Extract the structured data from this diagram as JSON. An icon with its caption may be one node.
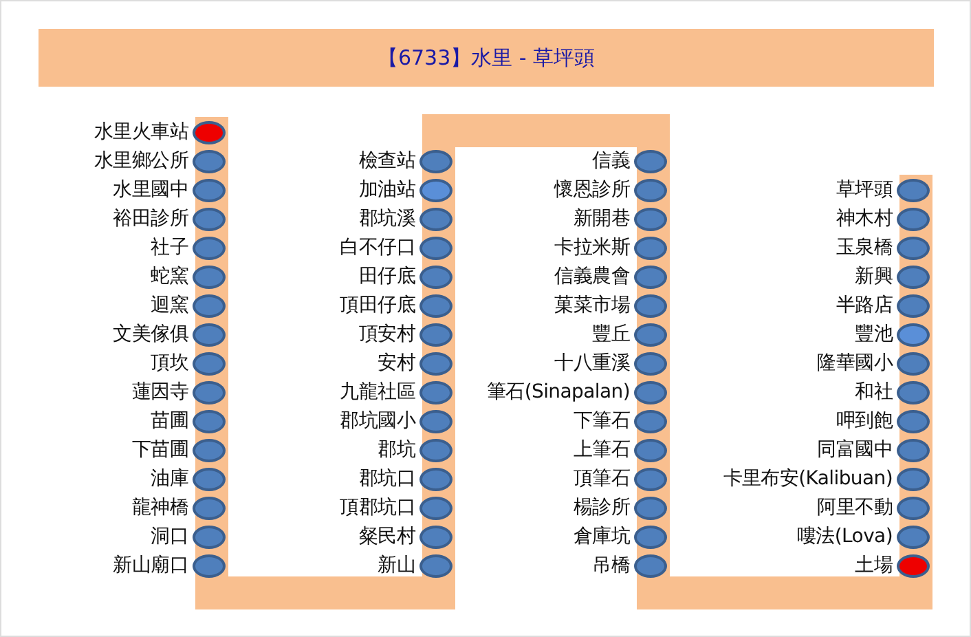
{
  "diagram": {
    "title": "【6733】水里 - 草坪頭",
    "nodes": [
      {
        "text": [
          "水里火車站"
        ]
      },
      {
        "text": [
          "水里鄉公所"
        ]
      },
      {
        "text": [
          "水里國中"
        ]
      },
      {
        "text": [
          "裕田診所"
        ]
      },
      {
        "text": [
          "社子"
        ]
      },
      {
        "text": [
          "蛇窯"
        ]
      },
      {
        "text": [
          "迴窯"
        ]
      },
      {
        "text": [
          "文美傢俱"
        ]
      },
      {
        "text": [
          "頂坎"
        ]
      },
      {
        "text": [
          "蓮因寺"
        ]
      },
      {
        "text": [
          "苗圃"
        ]
      },
      {
        "text": [
          "下苗圃"
        ]
      },
      {
        "text": [
          "油庫"
        ]
      },
      {
        "text": [
          "龍神橋"
        ]
      },
      {
        "text": [
          "洞口"
        ]
      },
      {
        "text": [
          "新山廟口"
        ]
      },
      {
        "text": [
          "檢查站"
        ]
      },
      {
        "text": [
          "加油站"
        ]
      },
      {
        "text": [
          "郡坑溪"
        ]
      },
      {
        "text": [
          "白不仔口"
        ]
      },
      {
        "text": [
          "田仔底"
        ]
      },
      {
        "text": [
          "頂田仔底"
        ]
      },
      {
        "text": [
          "頂安村"
        ]
      },
      {
        "text": [
          "安村"
        ]
      },
      {
        "text": [
          "九龍社區"
        ]
      },
      {
        "text": [
          "郡坑國小"
        ]
      },
      {
        "text": [
          "郡坑"
        ]
      },
      {
        "text": [
          "郡坑口"
        ]
      },
      {
        "text": [
          "頂郡坑口"
        ]
      },
      {
        "text": [
          "粲民村"
        ]
      },
      {
        "text": [
          "新山"
        ]
      },
      {
        "text": [
          "信義"
        ]
      },
      {
        "text": [
          "懷恩診所"
        ]
      },
      {
        "text": [
          "新開巷"
        ]
      },
      {
        "text": [
          "卡拉米斯"
        ]
      },
      {
        "text": [
          "信義農會"
        ]
      },
      {
        "text": [
          "菓菜市場"
        ]
      },
      {
        "text": [
          "豐丘"
        ]
      },
      {
        "text": [
          "十八重溪"
        ]
      },
      {
        "text": [
          "筆石(Sinapalan)"
        ]
      },
      {
        "text": [
          "下筆石"
        ]
      },
      {
        "text": [
          "上筆石"
        ]
      },
      {
        "text": [
          "頂筆石"
        ]
      },
      {
        "text": [
          "楊診所"
        ]
      },
      {
        "text": [
          "倉庫坑"
        ]
      },
      {
        "text": [
          "吊橋"
        ]
      },
      {
        "text": [
          "草坪頭"
        ]
      },
      {
        "text": [
          "神木村"
        ]
      },
      {
        "text": [
          "玉泉橋"
        ]
      },
      {
        "text": [
          "新興"
        ]
      },
      {
        "text": [
          "半路店"
        ]
      },
      {
        "text": [
          "豐池"
        ]
      },
      {
        "text": [
          "隆華國小"
        ]
      },
      {
        "text": [
          "和社"
        ]
      },
      {
        "text": [
          "呷到飽"
        ]
      },
      {
        "text": [
          "同富國中"
        ]
      },
      {
        "text": [
          "卡里布安(Kalibuan)"
        ]
      },
      {
        "text": [
          "阿里不動"
        ]
      },
      {
        "text": [
          "嘍法(Lova)"
        ]
      },
      {
        "text": [
          "土場"
        ]
      }
    ]
  }
}
